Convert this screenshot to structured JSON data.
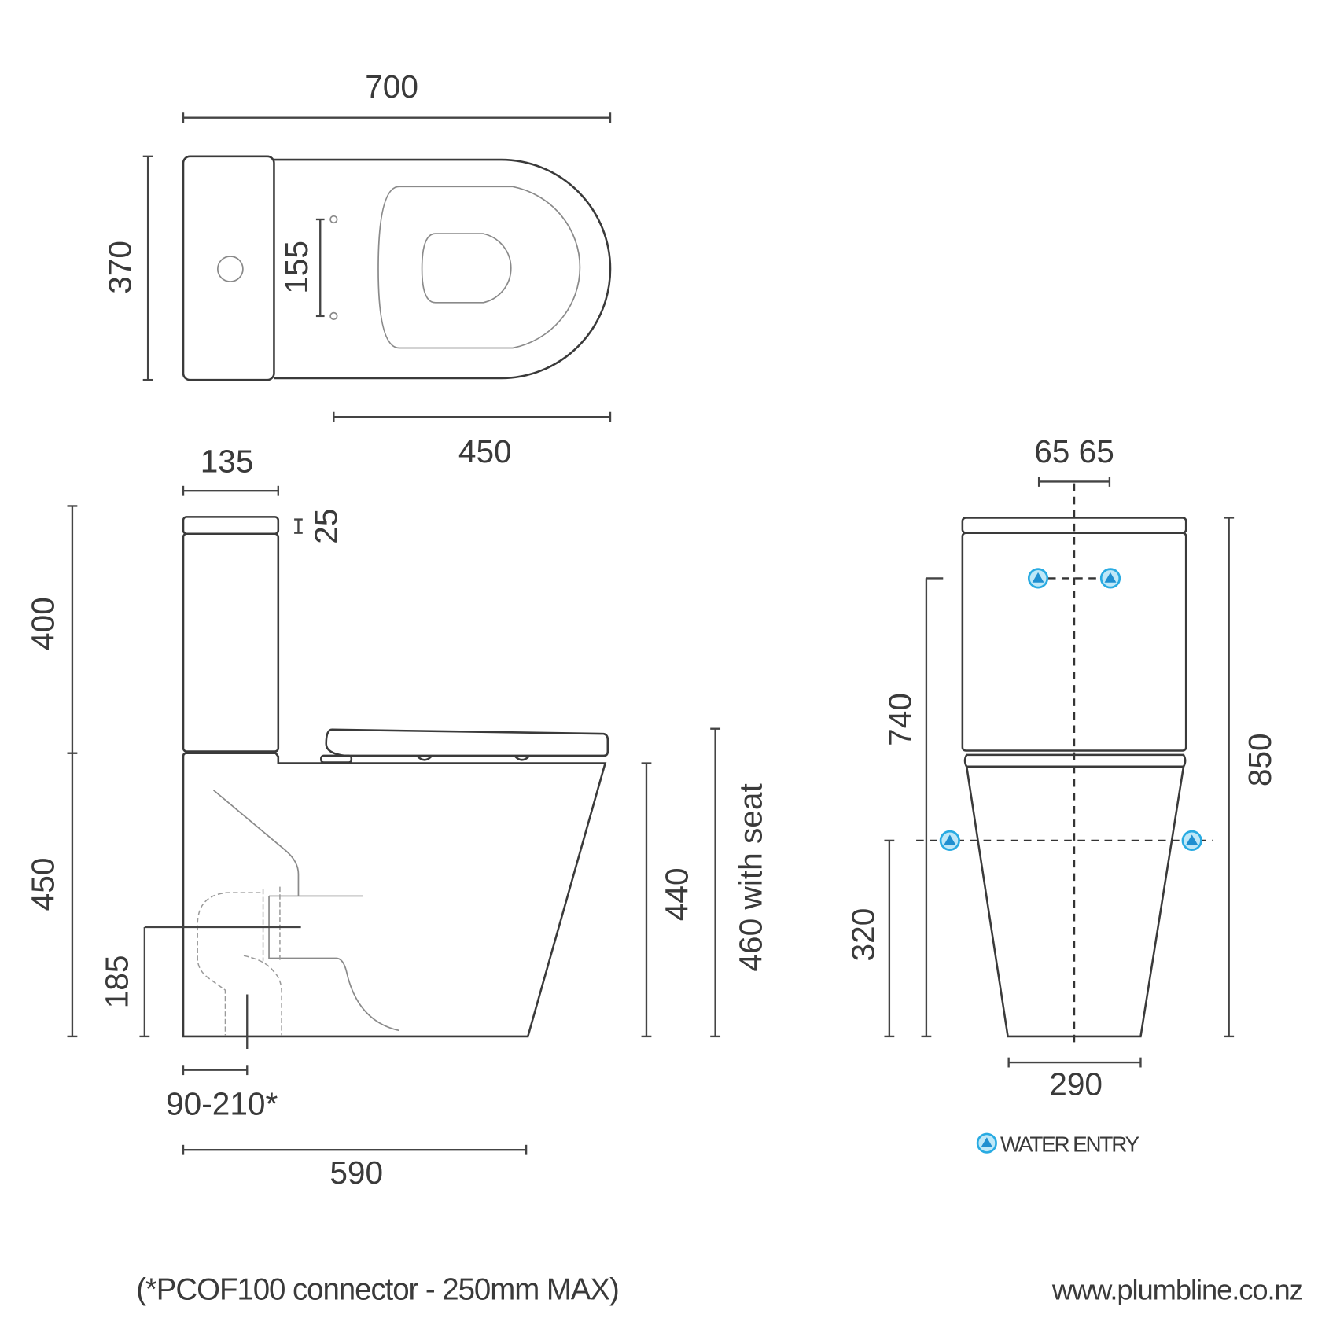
{
  "drawing": {
    "plan_view": {
      "overall_length": "700",
      "overall_width": "370",
      "seat_hinge_spacing": "155",
      "bowl_length": "450"
    },
    "side_view": {
      "cistern_depth": "135",
      "lid_thickness": "25",
      "cistern_height": "400",
      "pan_height": "450",
      "outlet_height": "185",
      "rim_height": "440",
      "rim_height_with_seat": "460 with seat",
      "setout": "90-210*",
      "base_length": "590"
    },
    "front_view": {
      "water_entry_offsets": "65 65",
      "cistern_inlet_height": "740",
      "overall_height": "850",
      "side_inlet_height": "320",
      "base_width": "290"
    },
    "legend": {
      "water_entry_label": "WATER ENTRY",
      "water_entry_color": "#29abe2"
    },
    "footer": {
      "note": "(*PCOF100 connector - 250mm MAX)",
      "website": "www.plumbline.co.nz"
    }
  }
}
